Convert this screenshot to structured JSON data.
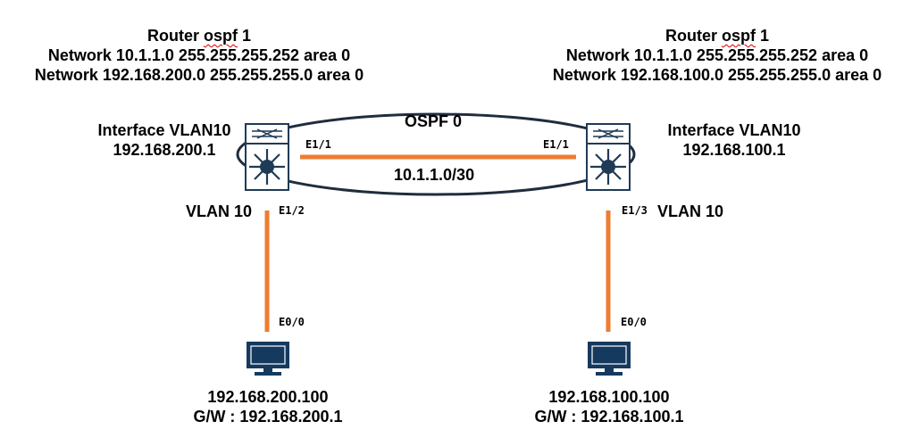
{
  "left_router": {
    "config_router": "Router",
    "config_ospf_word": "ospf",
    "config_process": "1",
    "config_network1": "Network 10.1.1.0 255.255.255.252 area 0",
    "config_network2": "Network 192.168.200.0 255.255.255.0 area 0",
    "interface_label": "Interface VLAN10",
    "interface_ip": "192.168.200.1",
    "vlan_label": "VLAN 10",
    "port_e11": "E1/1",
    "port_e12": "E1/2"
  },
  "right_router": {
    "config_router": "Router",
    "config_ospf_word": "ospf",
    "config_process": "1",
    "config_network1": "Network 10.1.1.0 255.255.255.252 area 0",
    "config_network2": "Network 192.168.100.0 255.255.255.0 area 0",
    "interface_label": "Interface VLAN10",
    "interface_ip": "192.168.100.1",
    "vlan_label": "VLAN 10",
    "port_e11": "E1/1",
    "port_e13": "E1/3"
  },
  "ospf_area_label": "OSPF 0",
  "link_subnet": "10.1.1.0/30",
  "left_pc": {
    "port": "E0/0",
    "ip": "192.168.200.100",
    "gateway": "G/W : 192.168.200.1"
  },
  "right_pc": {
    "port": "E0/0",
    "ip": "192.168.100.100",
    "gateway": "G/W : 192.168.100.1"
  },
  "colors": {
    "link": "#ED7D31",
    "ellipse": "#1F2D3D",
    "device_dark": "#1F3B57",
    "pc_dark": "#163A5F"
  },
  "icons": {
    "switch": "layer3-switch-icon",
    "pc": "pc-monitor-icon"
  }
}
